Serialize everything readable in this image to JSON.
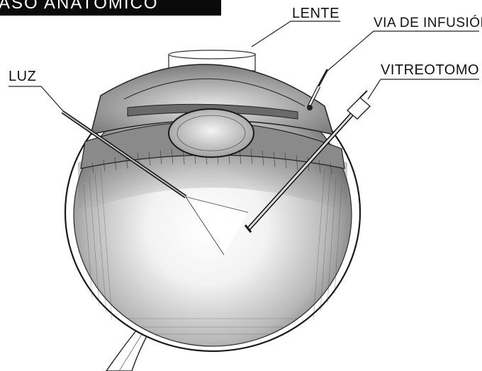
{
  "title": "ASO ANATÓMICO",
  "labels": {
    "lens": "LENTE",
    "infusion": "VIA DE INFUSIÓN",
    "light": "LUZ",
    "vitrectome": "VITREOTOMO"
  },
  "colors": {
    "ink": "#111111",
    "band": "#0a0a0a",
    "shade": "#777777"
  }
}
